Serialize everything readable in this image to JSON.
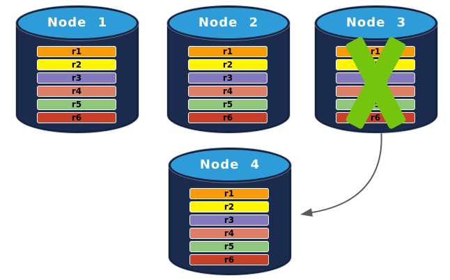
{
  "nodes": [
    {
      "label": "Node 1",
      "rows": [
        "r1",
        "r2",
        "r3",
        "r4",
        "r5",
        "r6"
      ]
    },
    {
      "label": "Node 2",
      "rows": [
        "r1",
        "r2",
        "r3",
        "r4",
        "r5",
        "r6"
      ]
    },
    {
      "label": "Node 3",
      "rows": [
        "r1",
        "r2",
        "r3",
        "r4",
        "r5",
        "r6"
      ]
    },
    {
      "label": "Node 4",
      "rows": [
        "r1",
        "r2",
        "r3",
        "r4",
        "r5",
        "r6"
      ]
    }
  ],
  "row_colors": [
    "#F89B0A",
    "#FFF500",
    "#8478BF",
    "#DD7E66",
    "#8FC87D",
    "#C6402A"
  ],
  "colors": {
    "cylinder_body": "#1B2B4D",
    "cylinder_border": "#15243E",
    "cylinder_top": "#2E9CD9",
    "row_border": "#FFFFFF",
    "row_text": "#000000",
    "node_label": "#FFFFFF",
    "x_mark": "#75C40D",
    "arrow": "#5A5A5A"
  },
  "annotations": {
    "x_mark_node": "Node 3",
    "arrow_from": "Node 3",
    "arrow_to": "Node 4"
  }
}
